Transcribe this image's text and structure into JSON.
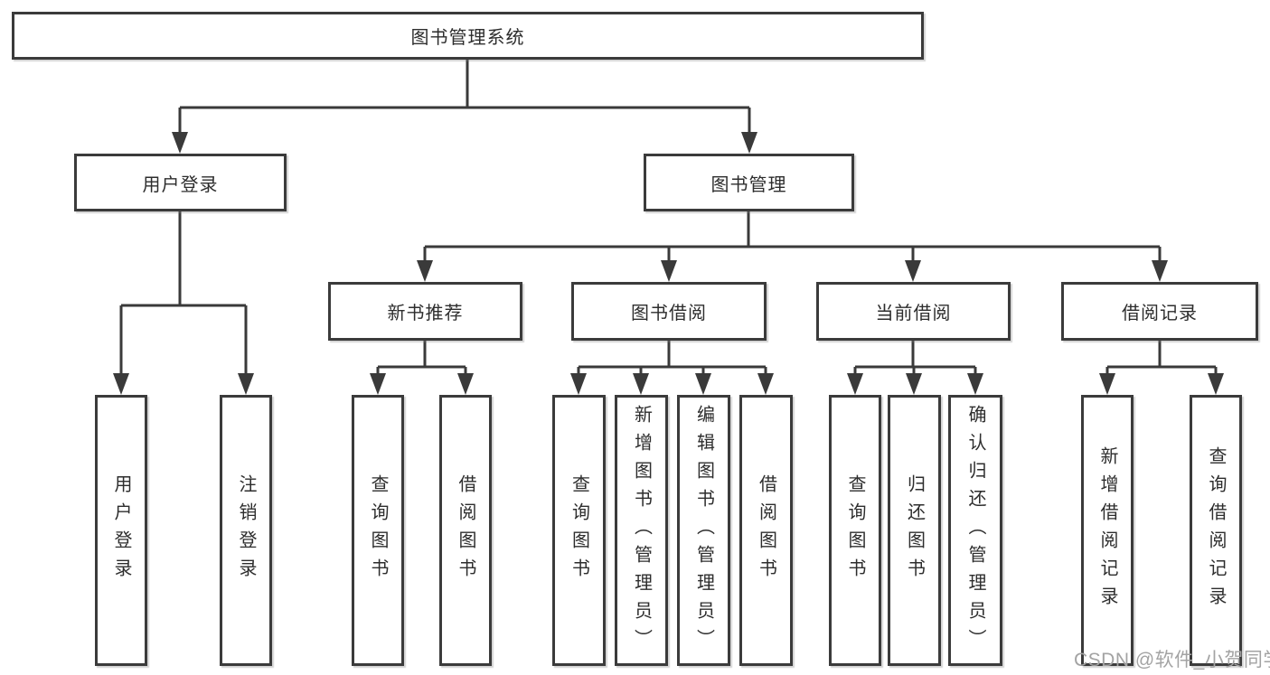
{
  "tree": {
    "label": "图书管理系统",
    "children": [
      {
        "label": "用户登录",
        "children": [
          {
            "label": "用户登录"
          },
          {
            "label": "注销登录"
          }
        ]
      },
      {
        "label": "图书管理",
        "children": [
          {
            "label": "新书推荐",
            "children": [
              {
                "label": "查询图书"
              },
              {
                "label": "借阅图书"
              }
            ]
          },
          {
            "label": "图书借阅",
            "children": [
              {
                "label": "查询图书"
              },
              {
                "label": "新增图书（管理员）"
              },
              {
                "label": "编辑图书（管理员）"
              },
              {
                "label": "借阅图书"
              }
            ]
          },
          {
            "label": "当前借阅",
            "children": [
              {
                "label": "查询图书"
              },
              {
                "label": "归还图书"
              },
              {
                "label": "确认归还（管理员）"
              }
            ]
          },
          {
            "label": "借阅记录",
            "children": [
              {
                "label": "新增借阅记录"
              },
              {
                "label": "查询借阅记录"
              }
            ]
          }
        ]
      }
    ]
  },
  "watermark": "CSDN @软件_小贺同学",
  "colors": {
    "line": "#3a3a3a",
    "box_border": "#3b3b3b",
    "text": "#2d2d2d",
    "watermark": "#a3a3a3",
    "background": "#ffffff"
  }
}
